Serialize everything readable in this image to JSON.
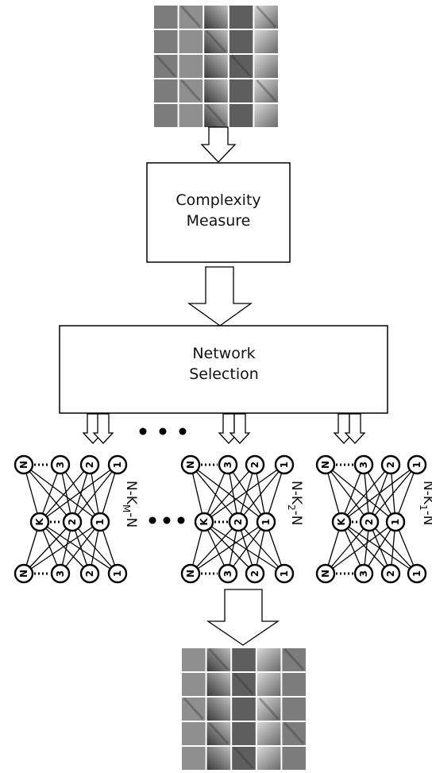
{
  "complexity_box": {
    "line1": "Complexity",
    "line2": "Measure"
  },
  "selection_box": {
    "line1": "Network",
    "line2": "Selection"
  },
  "networks": [
    {
      "id": "M",
      "label_main": "N-K",
      "label_sub": "M",
      "label_end": "-N",
      "top_nodes": [
        "N",
        "3",
        "2",
        "1"
      ],
      "mid_nodes": [
        "K",
        "2",
        "1"
      ],
      "bot_nodes": [
        "N",
        "3",
        "2",
        "1"
      ]
    },
    {
      "id": "2",
      "label_main": "N-K",
      "label_sub": "2",
      "label_end": "-N",
      "top_nodes": [
        "N",
        "3",
        "2",
        "1"
      ],
      "mid_nodes": [
        "K",
        "2",
        "1"
      ],
      "bot_nodes": [
        "N",
        "3",
        "2",
        "1"
      ]
    },
    {
      "id": "1",
      "label_main": "N-K",
      "label_sub": "1",
      "label_end": "-N",
      "top_nodes": [
        "N",
        "3",
        "2",
        "1"
      ],
      "mid_nodes": [
        "K",
        "2",
        "1"
      ],
      "bot_nodes": [
        "N",
        "3",
        "2",
        "1"
      ]
    }
  ],
  "icons": {
    "input_image": "input-image-blocks-icon",
    "output_image": "output-image-blocks-icon",
    "ellipsis": "ellipsis-icon"
  }
}
